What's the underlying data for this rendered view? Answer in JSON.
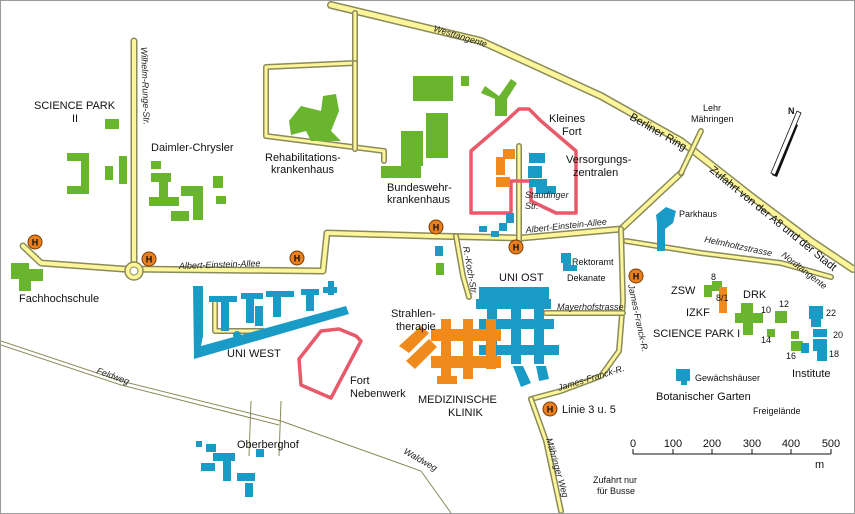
{
  "colors": {
    "university": "#1a9bc6",
    "clinic": "#f08a1c",
    "other": "#6ab52e",
    "fort": "#e85a6a",
    "road": "#fdf59a",
    "road_edge": "#8a8a5a",
    "bus_stop": "#e9801d"
  },
  "labels": {
    "science_park_2_a": "SCIENCE PARK",
    "science_park_2_b": "II",
    "daimler": "Daimler-Chrysler",
    "reha_a": "Rehabilitations-",
    "reha_b": "krankenhaus",
    "bw_a": "Bundeswehr-",
    "bw_b": "krankenhaus",
    "kleines_fort_a": "Kleines",
    "kleines_fort_b": "Fort",
    "versorgung_a": "Versorgungs-",
    "versorgung_b": "zentralen",
    "staudinger_a": "Staudinger",
    "staudinger_b": "Str.",
    "lehr_a": "Lehr",
    "lehr_b": "Mähringen",
    "parkhaus": "Parkhaus",
    "fachhochschule": "Fachhochschule",
    "uni_west": "UNI WEST",
    "uni_ost": "UNI OST",
    "rektoramt": "Rektoramt",
    "dekanate": "Dekanate",
    "strahlen_a": "Strahlen-",
    "strahlen_b": "therapie",
    "fort_neben_a": "Fort",
    "fort_neben_b": "Nebenwerk",
    "med_a": "MEDIZINISCHE",
    "med_b": "KLINIK",
    "linie": "Linie 3 u. 5",
    "zsw": "ZSW",
    "izkf": "IZKF",
    "drk": "DRK",
    "science_park_1": "SCIENCE PARK I",
    "institute": "Institute",
    "gewaechs": "Gewächshäuser",
    "botanischer": "Botanischer Garten",
    "freigelaende": "Freigelände",
    "oberberghof": "Oberberghof",
    "zufahrt_busse_a": "Zufahrt nur",
    "zufahrt_busse_b": "für Busse",
    "num_8": "8",
    "num_8_1": "8/1",
    "num_10": "10",
    "num_12": "12",
    "num_14": "14",
    "num_16": "16",
    "num_18": "18",
    "num_20": "20",
    "num_22": "22"
  },
  "streets": {
    "westtangente": "Westtangente",
    "wilhelm_runge": "Wilhelm-Runge-Str.",
    "berliner_ring": "Berliner Ring",
    "zufahrt_a8": "Zufahrt von der A8 und der Stadt",
    "einstein_west": "Albert-Einstein-Allee",
    "einstein_ost": "Albert-Einstein-Allee",
    "helmholtz": "Helmholtzstrasse",
    "nordtangente": "Nordtangente",
    "koch": "R.-Koch-Str.",
    "mayerhof": "Mayerhofstrasse",
    "franck_1": "James-Franck-R.",
    "franck_2": "James-Franck-R.",
    "feldweg": "Feldweg",
    "waldweg": "Waldweg",
    "maehringer": "Mähringer Weg"
  },
  "bus_stop_symbol": "H",
  "compass": {
    "north": "N"
  },
  "scale": {
    "ticks": [
      "0",
      "100",
      "200",
      "300",
      "400",
      "500"
    ],
    "unit": "m"
  }
}
